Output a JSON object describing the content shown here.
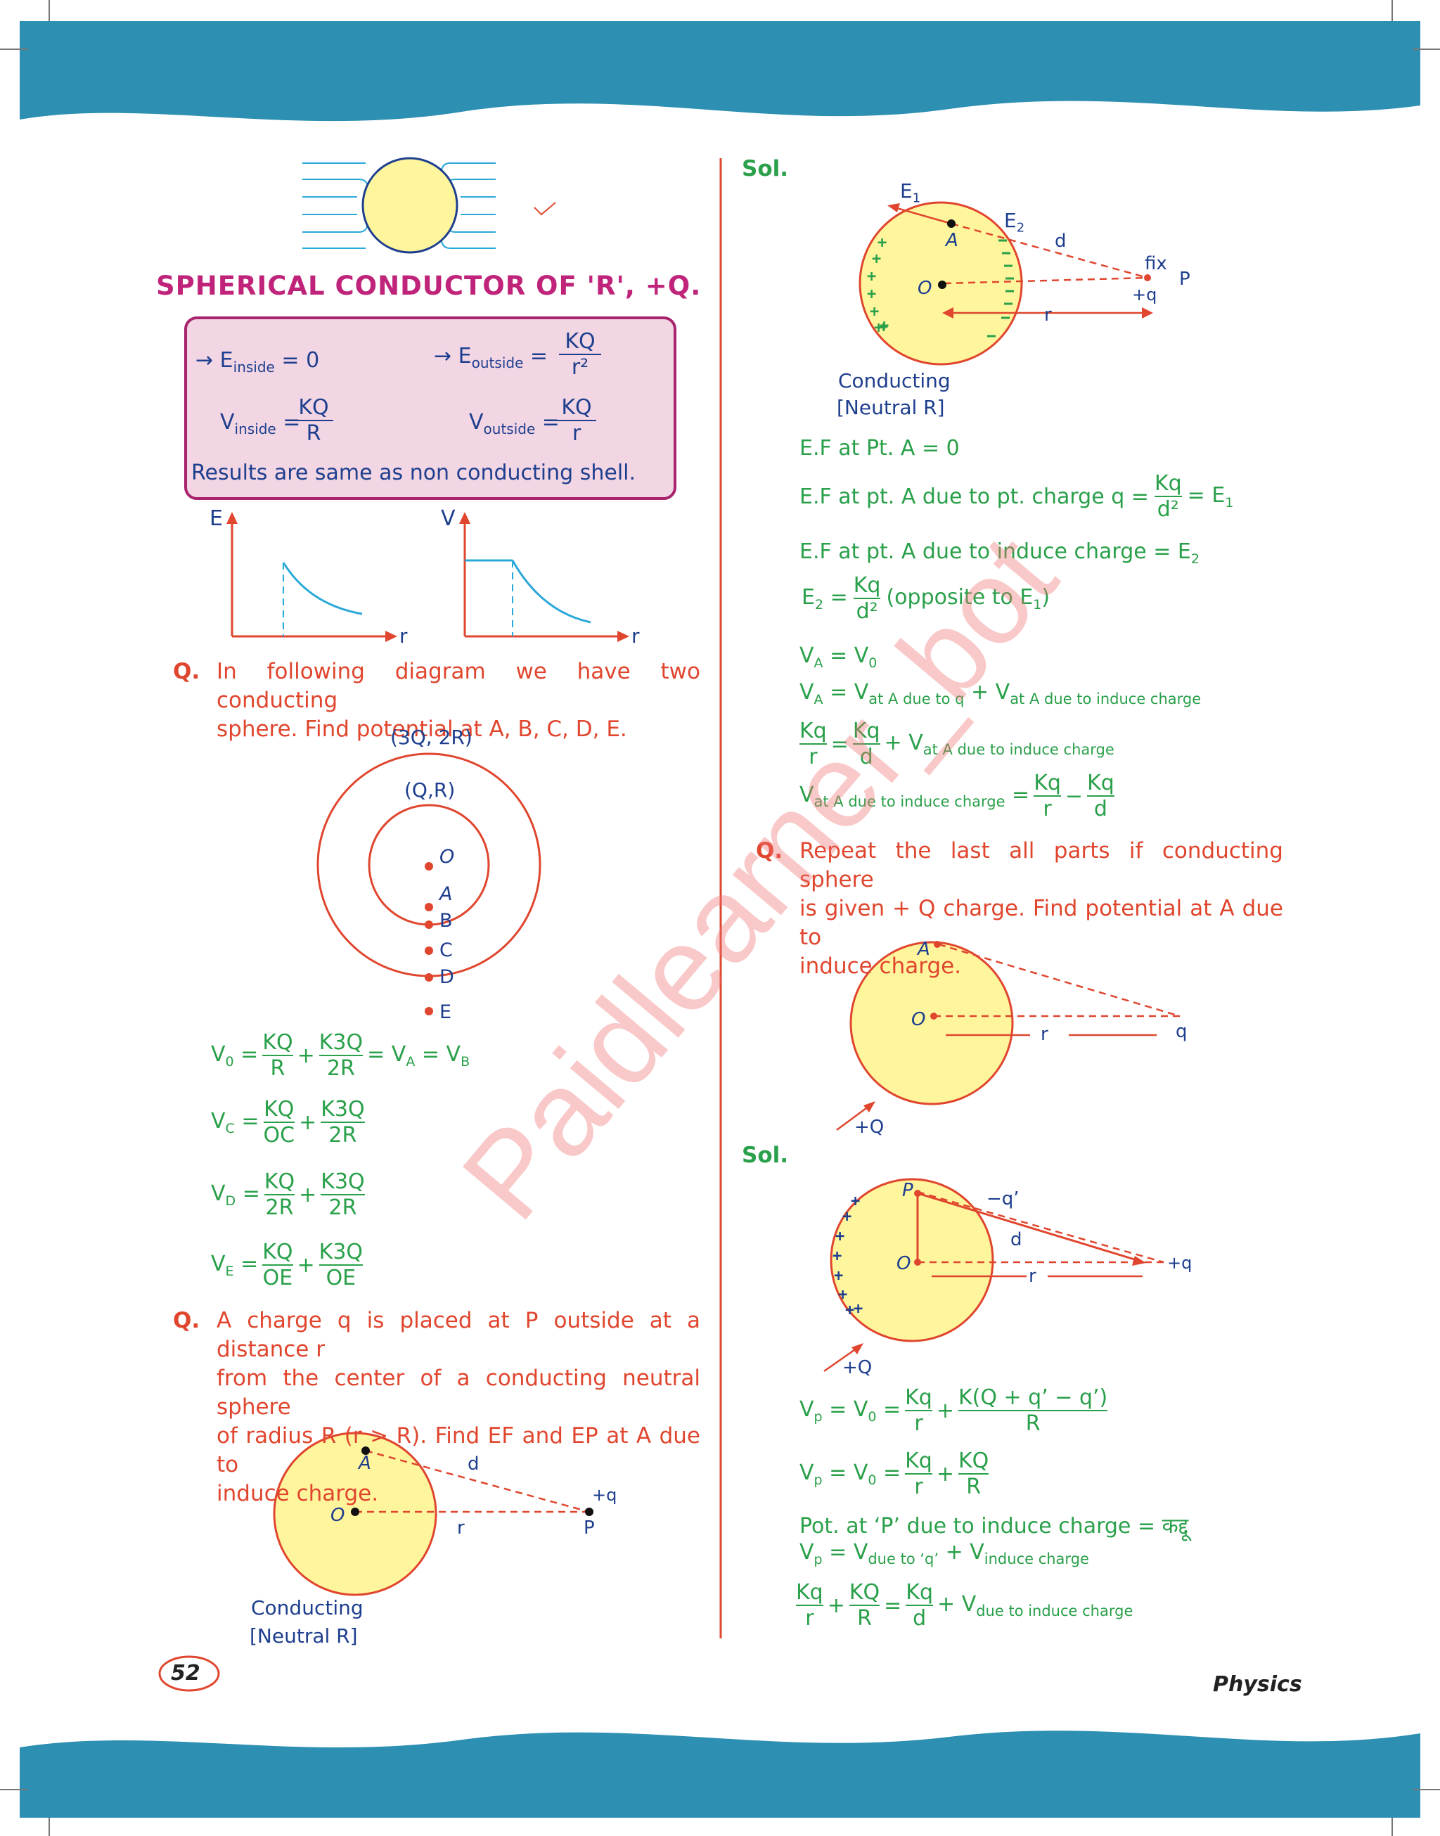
{
  "header": {
    "band_color": "#2d8fb2"
  },
  "page": {
    "number": "52",
    "subject": "Physics"
  },
  "left": {
    "section_title": "SPHERICAL CONDUCTOR OF 'R',  +Q.",
    "result_box": {
      "e_inside_lhs": "→ E",
      "e_inside_sub": "inside",
      "e_inside_rhs": "= 0",
      "e_outside_lhs": "→ E",
      "e_outside_sub": "outside",
      "e_outside_num": "KQ",
      "e_outside_den": "r²",
      "v_inside_lhs": "V",
      "v_inside_sub": "inside",
      "v_inside_num": "KQ",
      "v_inside_den": "R",
      "v_outside_lhs": "V",
      "v_outside_sub": "outside",
      "v_outside_num": "KQ",
      "v_outside_den": "r",
      "note": "Results are same as non conducting shell."
    },
    "graphs": {
      "e_label": "E",
      "v_label": "V",
      "r_label": "r"
    },
    "q1": {
      "marker": "Q.",
      "line1": "In following diagram we have two conducting",
      "line2": "sphere. Find potential at A, B, C, D, E."
    },
    "spheres": {
      "outer": "(3Q, 2R)",
      "inner": "(Q,R)",
      "points": [
        "O",
        "A",
        "B",
        "C",
        "D",
        "E"
      ]
    },
    "potentials": [
      {
        "lhs": "V",
        "sub": "0",
        "n1": "KQ",
        "d1": "R",
        "n2": "K3Q",
        "d2": "2R",
        "tail": "= V",
        "tail_sub": "A",
        "tail2": " = V",
        "tail2_sub": "B"
      },
      {
        "lhs": "V",
        "sub": "C",
        "n1": "KQ",
        "d1": "OC",
        "n2": "K3Q",
        "d2": "2R"
      },
      {
        "lhs": "V",
        "sub": "D",
        "n1": "KQ",
        "d1": "2R",
        "n2": "K3Q",
        "d2": "2R"
      },
      {
        "lhs": "V",
        "sub": "E",
        "n1": "KQ",
        "d1": "OE",
        "n2": "K3Q",
        "d2": "OE"
      }
    ],
    "q2": {
      "marker": "Q.",
      "line1": "A charge q is placed at P outside at a distance r",
      "line2": "from the center of a conducting neutral sphere",
      "line3": "of radius R (r > R). Find EF and EP at A due to",
      "line4": "induce charge."
    },
    "fig_q2": {
      "A": "A",
      "O": "O",
      "P": "P",
      "d": "d",
      "r": "r",
      "q": "+q",
      "cap1": "Conducting",
      "cap2": "[Neutral R]"
    }
  },
  "right": {
    "sol1": "Sol.",
    "fig1": {
      "E1": "E",
      "E1_sub": "1",
      "E2": "E",
      "E2_sub": "2",
      "A": "A",
      "O": "O",
      "d": "d",
      "fix": "fix",
      "P": "P",
      "q": "+q",
      "r": "r",
      "cap1": "Conducting",
      "cap2": "[Neutral R]"
    },
    "eq": {
      "ef_a": "E.F at Pt. A = 0",
      "ef_q_lhs": "E.F at pt. A due to pt. charge q =",
      "ef_q_num": "Kq",
      "ef_q_den": "d²",
      "ef_q_rhs": "= E",
      "ef_q_rhs_sub": "1",
      "ef_ind": "E.F at pt. A due to induce charge = E",
      "ef_ind_sub": "2",
      "e2_lhs": "E",
      "e2_sub": "2",
      "e2_num": "Kq",
      "e2_den": "d²",
      "e2_rhs": "(opposite to E",
      "e2_rhs_sub": "1",
      "e2_close": ")",
      "va_v0": "V",
      "va_v0_sub": "A",
      "va_v0_rhs": "= V",
      "va_v0_rhs_sub": "0",
      "va2": "V",
      "va2_sub": "A",
      "va2_eq": "= V",
      "va2_eq_sub": "at A due to q",
      "va2_plus": "+ V",
      "va2_plus_sub": "at A due to induce  charge",
      "l3_n1": "Kq",
      "l3_d1": "r",
      "l3_n2": "Kq",
      "l3_d2": "d",
      "l3_plus": "+ V",
      "l3_plus_sub": "at A due to induce charge",
      "l4_lhs": "V",
      "l4_sub": "at A due to induce charge",
      "l4_n1": "Kq",
      "l4_d1": "r",
      "l4_n2": "Kq",
      "l4_d2": "d"
    },
    "q3": {
      "marker": "Q.",
      "line1": "Repeat the last all parts if conducting sphere",
      "line2": "is given + Q charge. Find potential at A due to",
      "line3": "induce charge."
    },
    "fig3": {
      "A": "A",
      "O": "O",
      "r": "r",
      "q": "q",
      "Q": "+Q"
    },
    "sol2": "Sol.",
    "fig4": {
      "P": "P",
      "O": "O",
      "qprime": "−q’",
      "d": "d",
      "r": "r",
      "q": "+q",
      "Q": "+Q"
    },
    "eq2": {
      "vp1_lhs": "V",
      "vp1_sub": "p",
      "vp1_eq": "= V",
      "vp1_eq_sub": "0",
      "vp1_n1": "Kq",
      "vp1_d1": "r",
      "vp1_n2": "K(Q + q’ − q’)",
      "vp1_d2": "R",
      "vp2_lhs": "V",
      "vp2_sub": "p",
      "vp2_eq": "= V",
      "vp2_eq_sub": "0",
      "vp2_n1": "Kq",
      "vp2_d1": "r",
      "vp2_n2": "KQ",
      "vp2_d2": "R",
      "pot": "Pot. at ‘P’ due to induce charge = ",
      "pot_hindi": "कद्दू",
      "vp3_lhs": "V",
      "vp3_sub": "p",
      "vp3_eq": "= V",
      "vp3_eq_sub": "due to ‘q’",
      "vp3_plus": "+ V",
      "vp3_plus_sub": "induce charge",
      "l_n1": "Kq",
      "l_d1": "r",
      "l_n2": "KQ",
      "l_d2": "R",
      "l_n3": "Kq",
      "l_d3": "d",
      "l_plus": "+ V",
      "l_plus_sub": "due to induce charge"
    }
  },
  "watermark": "Paidlearner_bot"
}
